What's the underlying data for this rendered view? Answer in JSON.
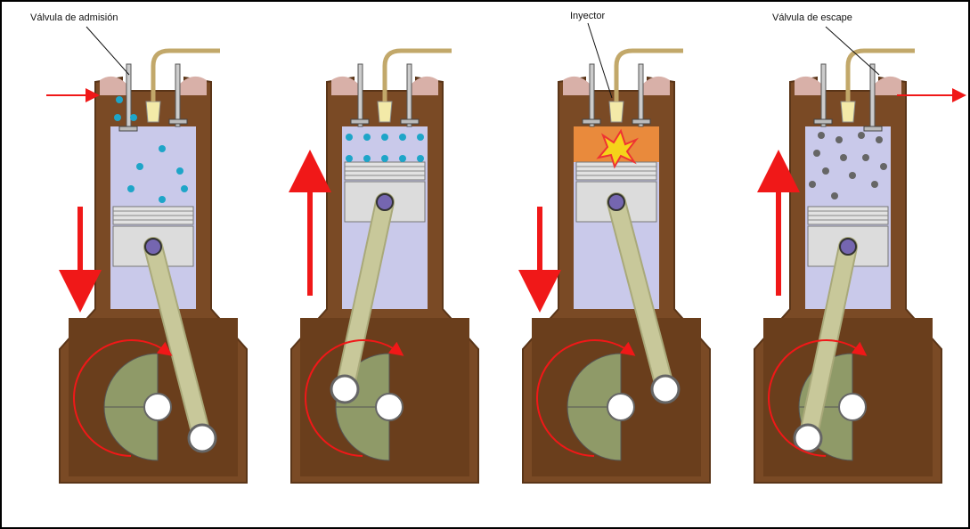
{
  "labels": {
    "intake_valve": "Válvula de admisión",
    "injector": "Inyector",
    "exhaust_valve": "Válvula de escape"
  },
  "colors": {
    "block": "#7a4a25",
    "block_edge": "#5a3518",
    "cylinder": "#c9c9ea",
    "piston": "#dcdcdc",
    "rod": "#c8c89a",
    "crank": "#8f9a68",
    "arrow": "#f01818",
    "air_dot": "#1ea5c8",
    "exhaust_dot": "#666666",
    "combustion": "#e98a3c"
  },
  "stages": [
    {
      "stroke": "intake",
      "direction": "down"
    },
    {
      "stroke": "compression",
      "direction": "up"
    },
    {
      "stroke": "power",
      "direction": "down"
    },
    {
      "stroke": "exhaust",
      "direction": "up"
    }
  ]
}
